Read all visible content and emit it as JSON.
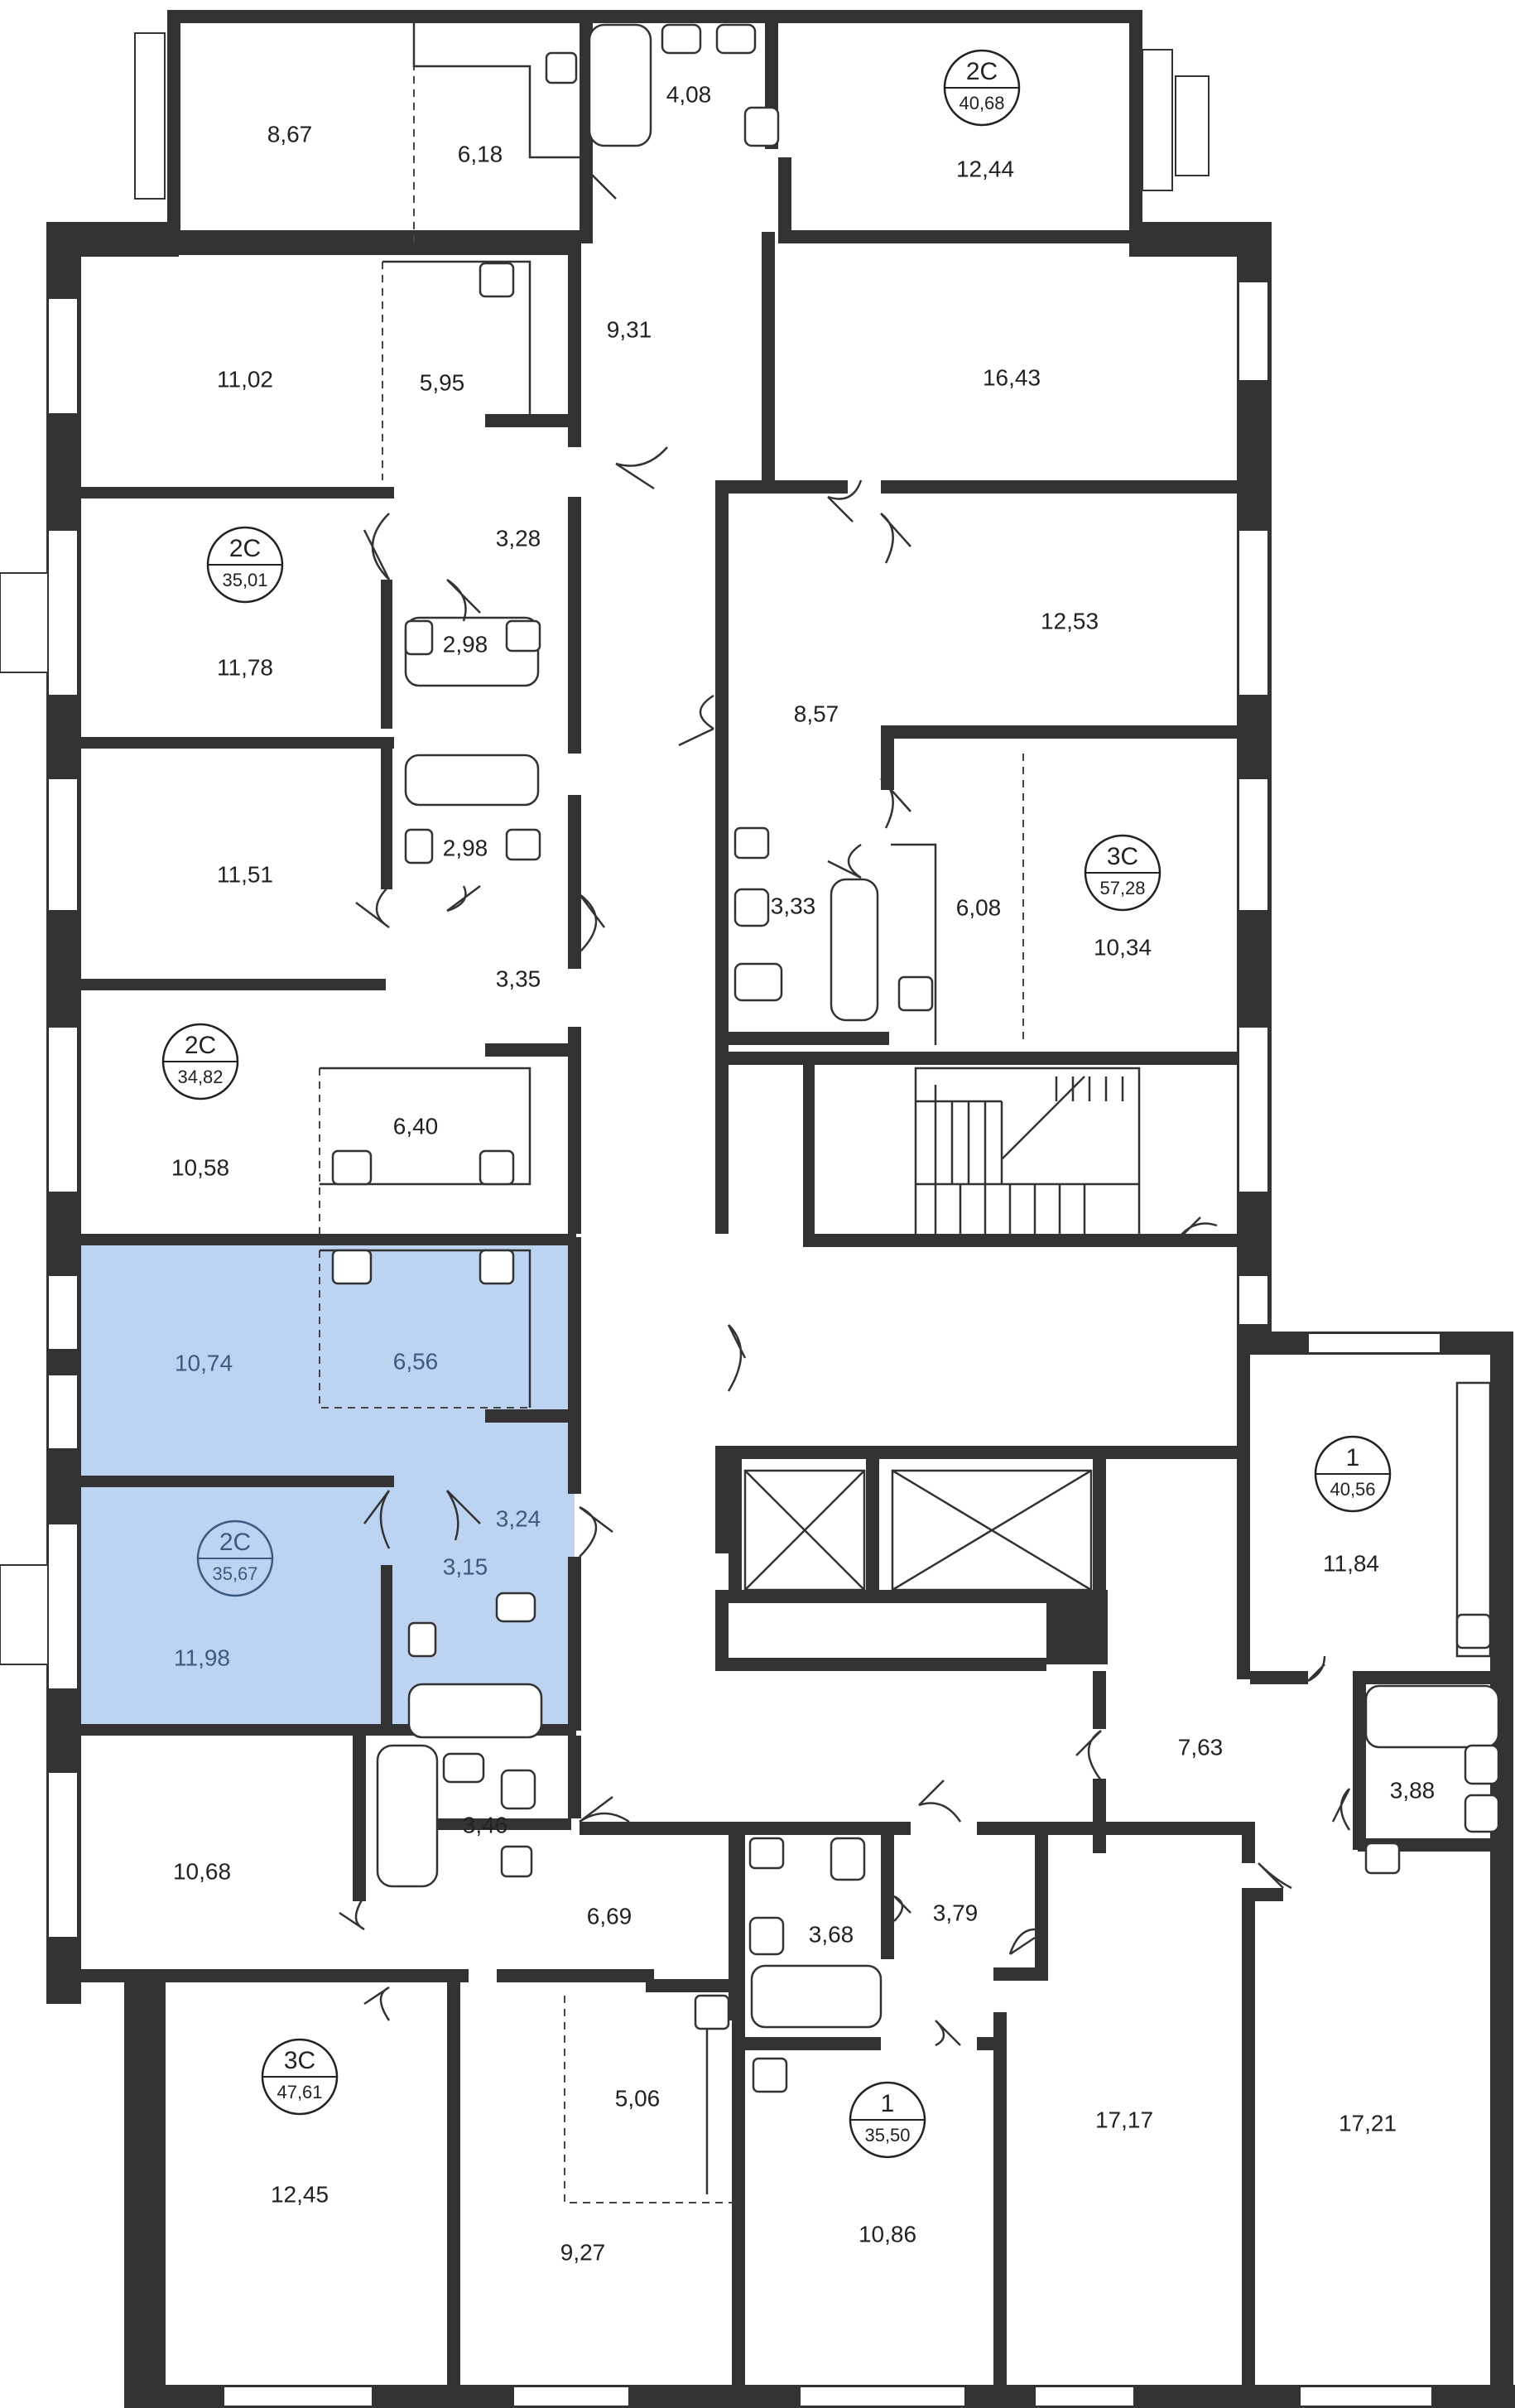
{
  "colors": {
    "wall": "#333333",
    "highlight_fill": "#bcd3f1",
    "highlight_text": "#3d5a80",
    "background": "#ffffff"
  },
  "apartments": {
    "a1": {
      "type": "2С",
      "total": "40,68"
    },
    "a2": {
      "type": "2С",
      "total": "35,01"
    },
    "a3": {
      "type": "2С",
      "total": "34,82"
    },
    "a4": {
      "type": "2С",
      "total": "35,67"
    },
    "a5": {
      "type": "3С",
      "total": "47,61"
    },
    "a6": {
      "type": "3С",
      "total": "57,28"
    },
    "a7": {
      "type": "1",
      "total": "40,56"
    },
    "a8": {
      "type": "1",
      "total": "35,50"
    }
  },
  "rooms": {
    "r01": "8,67",
    "r02": "6,18",
    "r03": "4,08",
    "r04": "12,44",
    "r05": "11,02",
    "r06": "5,95",
    "r07": "9,31",
    "r08": "16,43",
    "r09": "3,28",
    "r10": "2,98",
    "r11": "11,78",
    "r12": "12,53",
    "r13": "8,57",
    "r14": "11,51",
    "r15": "2,98",
    "r16": "3,33",
    "r17": "6,08",
    "r18": "10,34",
    "r19": "3,35",
    "r20": "6,40",
    "r21": "10,58",
    "r22": "10,74",
    "r23": "6,56",
    "r24": "3,24",
    "r25": "3,15",
    "r26": "11,98",
    "r27": "11,84",
    "r28": "7,63",
    "r29": "3,88",
    "r30": "3,46",
    "r31": "10,68",
    "r32": "6,69",
    "r33": "3,68",
    "r34": "3,79",
    "r35": "5,06",
    "r36": "12,45",
    "r37": "9,27",
    "r38": "10,86",
    "r39": "17,17",
    "r40": "17,21"
  }
}
